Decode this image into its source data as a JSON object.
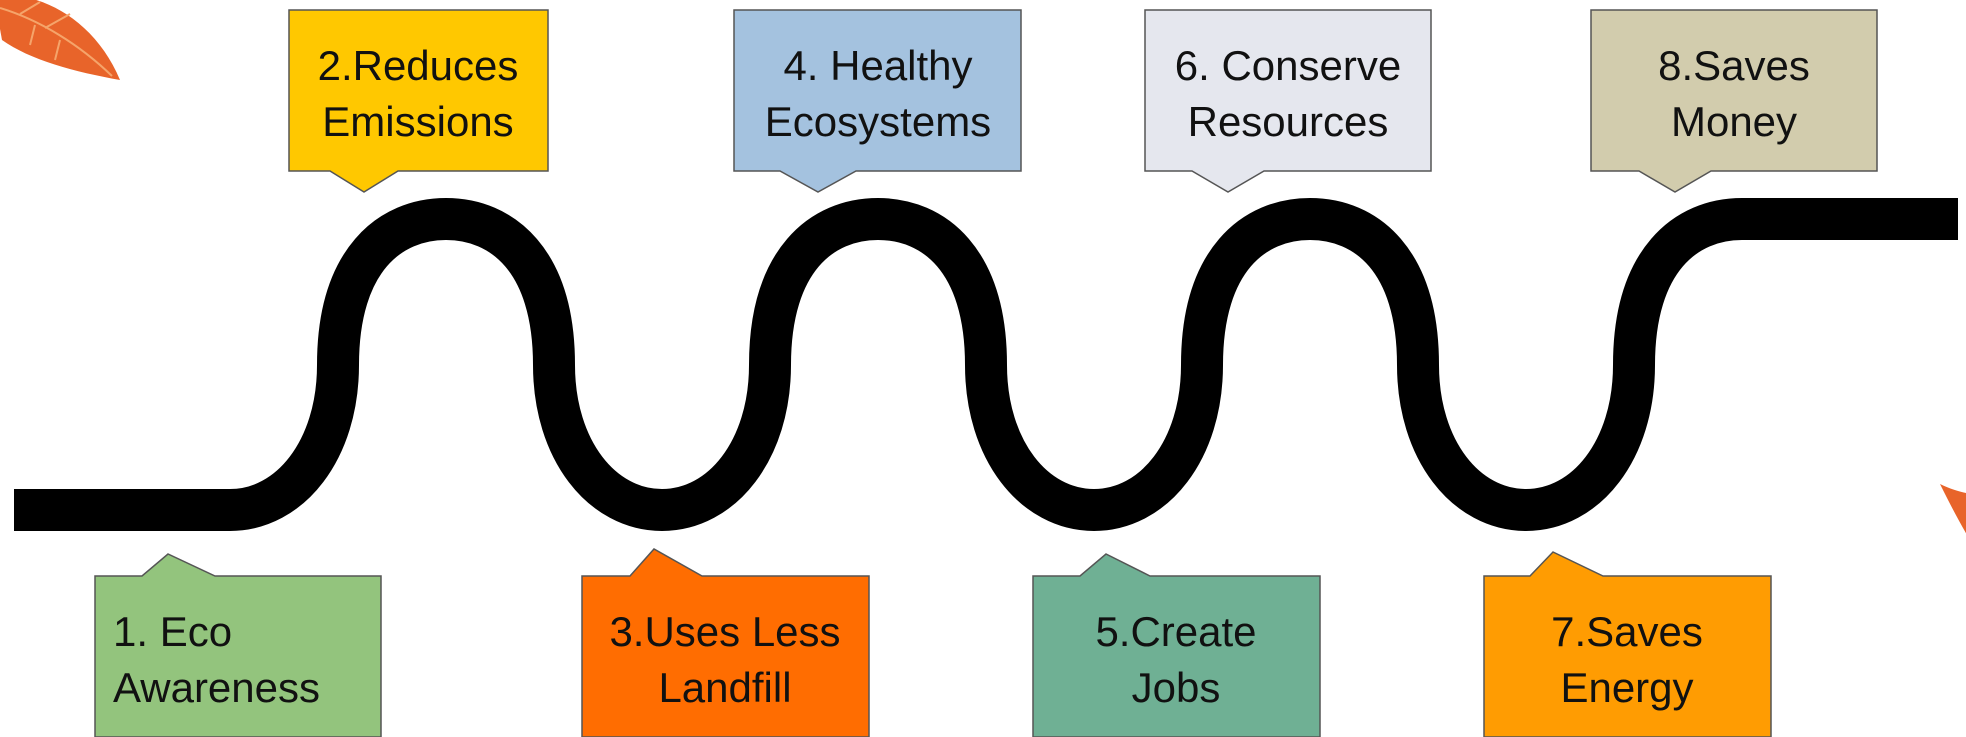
{
  "diagram": {
    "path_color": "#000000",
    "steps": [
      {
        "id": "step-1",
        "lines": [
          "1. Eco",
          "Awareness"
        ],
        "color": "#93c47d",
        "position": "below",
        "align": "left"
      },
      {
        "id": "step-2",
        "lines": [
          "2.Reduces",
          "Emissions"
        ],
        "color": "#ffc800",
        "position": "above",
        "align": "center"
      },
      {
        "id": "step-3",
        "lines": [
          "3.Uses Less",
          "Landfill"
        ],
        "color": "#ff6d01",
        "position": "below",
        "align": "center"
      },
      {
        "id": "step-4",
        "lines": [
          "4. Healthy",
          "Ecosystems"
        ],
        "color": "#a4c2df",
        "position": "above",
        "align": "center"
      },
      {
        "id": "step-5",
        "lines": [
          "5.Create",
          "Jobs"
        ],
        "color": "#6fb094",
        "position": "below",
        "align": "center"
      },
      {
        "id": "step-6",
        "lines": [
          "6. Conserve",
          "Resources"
        ],
        "color": "#e5e7ee",
        "position": "above",
        "align": "center"
      },
      {
        "id": "step-7",
        "lines": [
          "7.Saves",
          "Energy"
        ],
        "color": "#ff9c02",
        "position": "below",
        "align": "center"
      },
      {
        "id": "step-8",
        "lines": [
          "8.Saves",
          "Money"
        ],
        "color": "#d2ccad",
        "position": "above",
        "align": "center"
      }
    ],
    "decorations": [
      {
        "icon": "autumn-leaf-icon",
        "color": "#e8642a"
      },
      {
        "icon": "autumn-leaf-icon",
        "color": "#e8642a"
      }
    ]
  }
}
